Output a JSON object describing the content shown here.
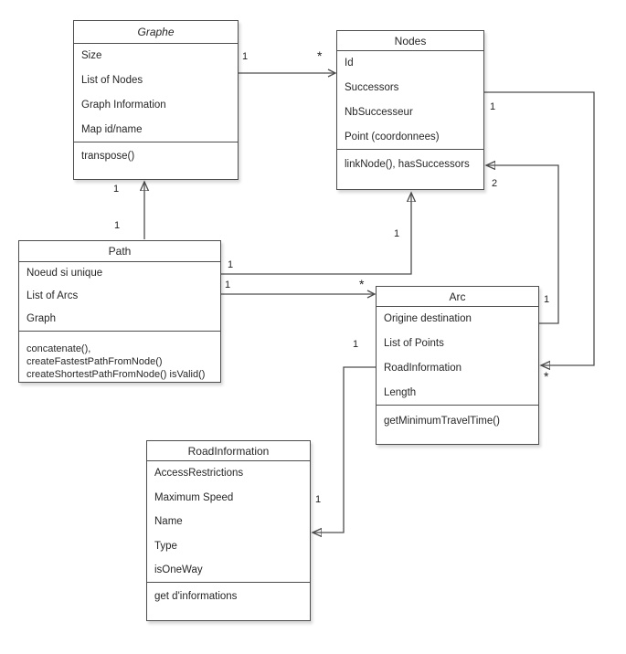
{
  "colors": {
    "stroke": "#4d4d4d",
    "text": "#262626",
    "box_fill": "#ffffff",
    "background": "#ffffff"
  },
  "classes": [
    {
      "name": "Graphe",
      "abstract": true,
      "attributes": [
        "Size",
        "List of Nodes",
        "Graph Information",
        "Map id/name"
      ],
      "methods": [
        "transpose()"
      ]
    },
    {
      "name": "Nodes",
      "abstract": false,
      "attributes": [
        "Id",
        "Successors",
        "NbSuccesseur",
        "Point (coordonnees)"
      ],
      "methods": [
        "linkNode(), hasSuccessors"
      ]
    },
    {
      "name": "Path",
      "abstract": false,
      "attributes": [
        "Noeud si unique",
        "List of Arcs",
        "Graph"
      ],
      "methods": [
        "concatenate(),",
        "createFastestPathFromNode()",
        "createShortestPathFromNode() isValid()"
      ]
    },
    {
      "name": "Arc",
      "abstract": false,
      "attributes": [
        "Origine destination",
        "List of Points",
        "RoadInformation",
        "Length"
      ],
      "methods": [
        "getMinimumTravelTime()"
      ]
    },
    {
      "name": "RoadInformation",
      "abstract": false,
      "attributes": [
        "AccessRestrictions",
        "Maximum Speed",
        "Name",
        "Type",
        "isOneWay"
      ],
      "methods": [
        "get d'informations"
      ]
    }
  ],
  "connections": [
    {
      "from": "Graphe",
      "to": "Nodes",
      "arrow": "open",
      "source_label": "1",
      "target_label": "*"
    },
    {
      "from": "Path",
      "to": "Graphe",
      "arrow": "filled",
      "source_label": "1",
      "target_label": "1"
    },
    {
      "from": "Path",
      "to": "Nodes",
      "arrow": "filled",
      "source_label": "1",
      "target_label": "1"
    },
    {
      "from": "Path",
      "to": "Arc",
      "arrow": "open",
      "source_label": "1",
      "target_label": "*"
    },
    {
      "from": "Nodes",
      "to": "Arc",
      "arrow": "filled",
      "source_label": "1",
      "target_label": "*"
    },
    {
      "from": "Arc",
      "to": "Nodes",
      "arrow": "filled",
      "source_label": "1",
      "target_label": "2"
    },
    {
      "from": "Arc",
      "to": "RoadInformation",
      "arrow": "filled",
      "source_label": "1",
      "target_label": "1"
    }
  ]
}
